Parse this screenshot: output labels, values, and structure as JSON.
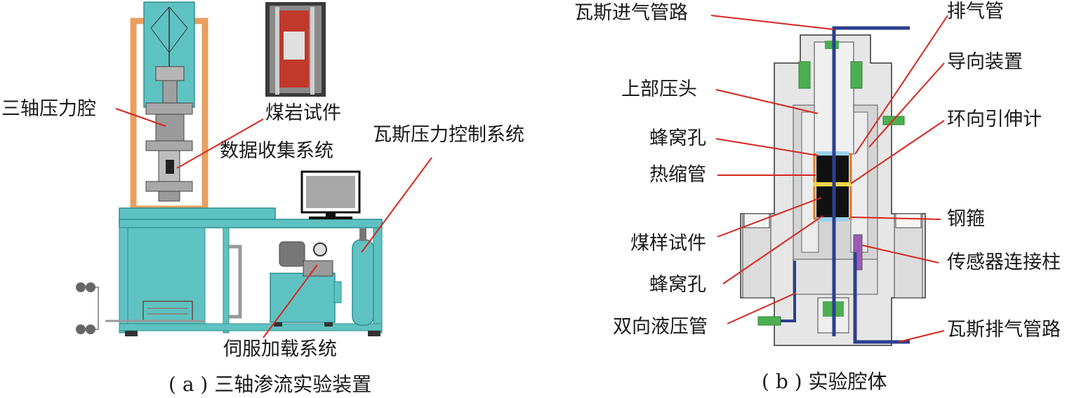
{
  "left": {
    "labels": {
      "triaxial_chamber": "三轴压力腔",
      "specimen": "煤岩试件",
      "data_acquisition": "数据收集系统",
      "gas_pressure_control": "瓦斯压力控制系统",
      "servo_loading": "伺服加载系统"
    },
    "caption": "( a ) 三轴渗流实验装置"
  },
  "right": {
    "labels": {
      "gas_inlet": "瓦斯进气管路",
      "exhaust_pipe": "排气管",
      "guide_device": "导向装置",
      "upper_indenter": "上部压头",
      "circumferential_extensometer": "环向引伸计",
      "honeycomb_hole_top": "蜂窝孔",
      "heat_shrink_tube": "热缩管",
      "steel_hoop": "钢箍",
      "coal_specimen": "煤样试件",
      "sensor_post": "传感器连接柱",
      "honeycomb_hole_bottom": "蜂窝孔",
      "hydraulic_pipe": "双向液压管",
      "gas_outlet": "瓦斯排气管路"
    },
    "caption": "( b ) 实验腔体"
  },
  "colors": {
    "teal": "#5fc2c2",
    "frame": "#e8a060",
    "steel": "#9e9e9e",
    "leader": "#d7261e",
    "pipe": "#2c3f8f",
    "body": "#e6e6e6",
    "seal": "#4caf50"
  }
}
